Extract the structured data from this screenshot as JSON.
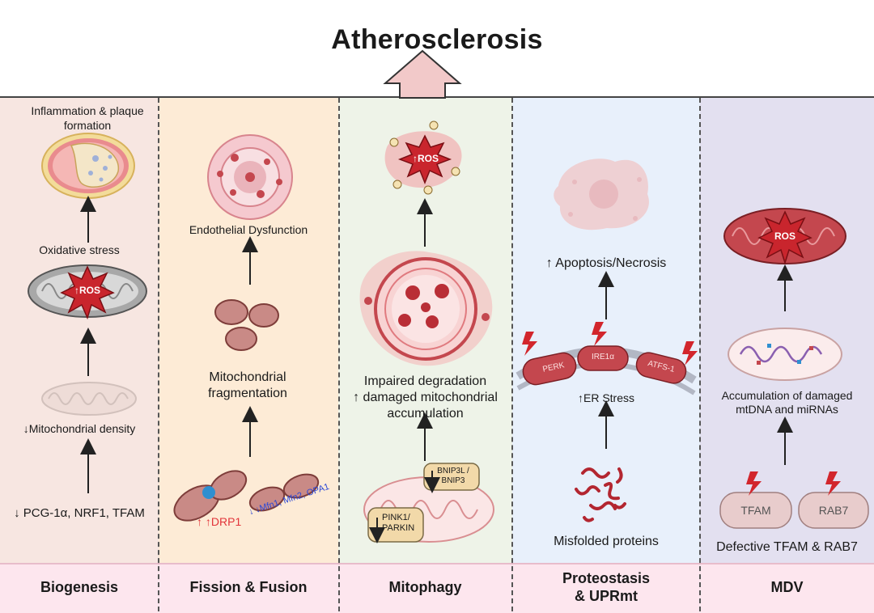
{
  "title": "Atherosclerosis",
  "colors": {
    "biogenesis_bg": "#f7e6e1",
    "fission_bg": "#fdebd6",
    "mitophagy_bg": "#eef3e8",
    "proteostasis_bg": "#e8f0fb",
    "mdv_bg": "#e3e0f0",
    "footer_bg": "#fde6ee",
    "mito_red": "#c4474e",
    "ros_red": "#c9252d"
  },
  "columns": {
    "biogenesis": {
      "footer": "Biogenesis",
      "outcome": "Inflammation & plaque formation",
      "stress": "Oxidative stress",
      "ros": "↑ROS",
      "density": "↓Mitochondrial density",
      "genes": "↓ PCG-1α, NRF1, TFAM"
    },
    "fission": {
      "footer": "Fission & Fusion",
      "outcome": "Endothelial Dysfunction",
      "fragmentation": "Mitochondrial fragmentation",
      "drp1": "↑ ↑DRP1",
      "fusion": "↓ ↓Mfn1, Mfn2, OPA1"
    },
    "mitophagy": {
      "footer": "Mitophagy",
      "ros": "↑ROS",
      "impaired": "Impaired degradation",
      "damaged": "↑ damaged mitochondrial",
      "accumulation": "accumulation",
      "bnip": "BNIP3L / BNIP3",
      "pink": "PINK1/ PARKIN"
    },
    "proteostasis": {
      "footer_line1": "Proteostasis",
      "footer_line2": "& UPRmt",
      "apoptosis": "↑ Apoptosis/Necrosis",
      "er_stress": "↑ER Stress",
      "perk": "PERK",
      "ire": "IRE1α",
      "atf": "ATFS-1",
      "misfolded": "Misfolded proteins"
    },
    "mdv": {
      "footer": "MDV",
      "ros": "ROS",
      "accum_line1": "Accumulation of damaged",
      "accum_line2": "mtDNA and miRNAs",
      "tfam": "TFAM",
      "rab7": "RAB7",
      "defective": "Defective TFAM & RAB7"
    }
  }
}
